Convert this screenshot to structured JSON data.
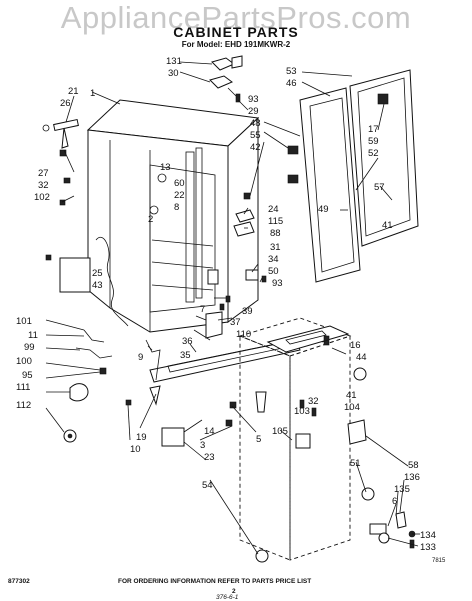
{
  "header": {
    "watermark": "AppliancePartsPros.com",
    "title": "CABINET PARTS",
    "model_line": "For Model: EHD 191MKWR-2"
  },
  "footer": {
    "code_left": "877302",
    "note": "FOR ORDERING INFORMATION REFER TO PARTS PRICE LIST",
    "page_number": "2",
    "scribble": "376-6-1"
  },
  "callouts": {
    "c131": "131",
    "c30": "30",
    "c93a": "93",
    "c29": "29",
    "c48": "48",
    "c55": "55",
    "c42": "42",
    "c53": "53",
    "c46": "46",
    "c17": "17",
    "c59": "59",
    "c52": "52",
    "c57": "57",
    "c49": "49",
    "c21": "21",
    "c26": "26",
    "c1": "1",
    "c27": "27",
    "c32a": "32",
    "c102": "102",
    "c13": "13",
    "c60": "60",
    "c22": "22",
    "c8": "8",
    "c2": "2",
    "c24": "24",
    "c115": "115",
    "c88": "88",
    "c31": "31",
    "c34": "34",
    "c50": "50",
    "c93b": "93",
    "c41": "41",
    "c25": "25",
    "c43": "43",
    "c7": "7",
    "c39": "39",
    "c37": "37",
    "c110": "110",
    "c36": "36",
    "c35": "35",
    "c16": "16",
    "c44": "44",
    "c101": "101",
    "c11": "11",
    "c99": "99",
    "c100": "100",
    "c95": "95",
    "c111": "111",
    "c112": "112",
    "c9": "9",
    "c19": "19",
    "c10": "10",
    "c14": "14",
    "c3": "3",
    "c23": "23",
    "c54": "54",
    "c5": "5",
    "c105": "105",
    "c103": "103",
    "c32b": "32",
    "c104": "104",
    "c41b": "41",
    "c51": "51",
    "c58": "58",
    "c136": "136",
    "c135": "135",
    "c6": "6",
    "c134": "134",
    "c133": "133",
    "c7815": "7815"
  }
}
